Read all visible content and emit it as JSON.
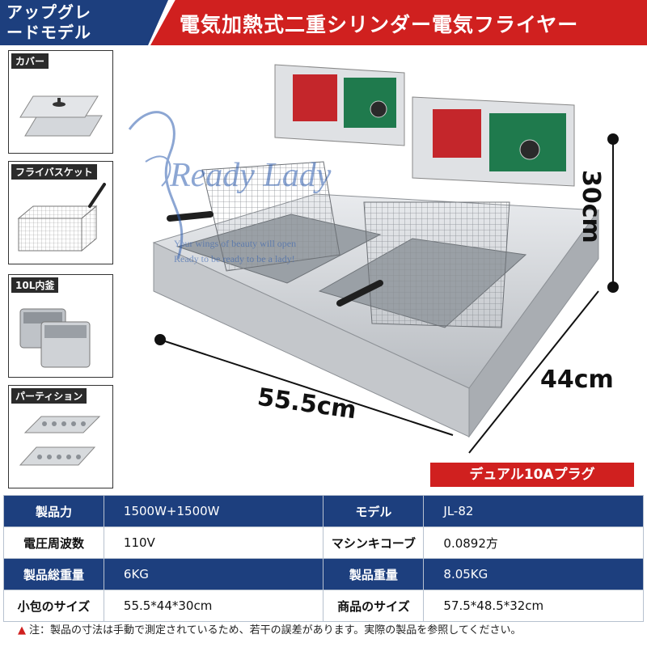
{
  "header": {
    "badge_line1": "アップグレ",
    "badge_line2": "ードモデル",
    "title": "電気加熱式二重シリンダー電気フライヤー"
  },
  "accessories": [
    {
      "label": "カバー"
    },
    {
      "label": "フライバスケット"
    },
    {
      "label": "10L内釜"
    },
    {
      "label": "パーティション"
    }
  ],
  "watermark": {
    "logo": "Ready Lady",
    "line1": "Your wings of beauty will open",
    "line2": "Ready to be ready to be a lady!"
  },
  "dimensions": {
    "width": "55.5cm",
    "depth": "44cm",
    "height": "30cm"
  },
  "plug_label": "デュアル10Aプラグ",
  "specs": [
    {
      "k1": "製品力",
      "v1": "1500W+1500W",
      "k2": "モデル",
      "v2": "JL-82",
      "style": "dark"
    },
    {
      "k1": "電圧周波数",
      "v1": "110V",
      "k2": "マシンキコーブ",
      "v2": "0.0892方",
      "style": "light"
    },
    {
      "k1": "製品総重量",
      "v1": "6KG",
      "k2": "製品重量",
      "v2": "8.05KG",
      "style": "dark"
    },
    {
      "k1": "小包のサイズ",
      "v1": "55.5*44*30cm",
      "k2": "商品のサイズ",
      "v2": "57.5*48.5*32cm",
      "style": "light"
    }
  ],
  "note": "注：製品の寸法は手動で測定されているため、若干の誤差があります。実際の製品を参照してください。",
  "colors": {
    "navy": "#1d3f7e",
    "red": "#d0201f",
    "steel": "#c9ccd0"
  }
}
